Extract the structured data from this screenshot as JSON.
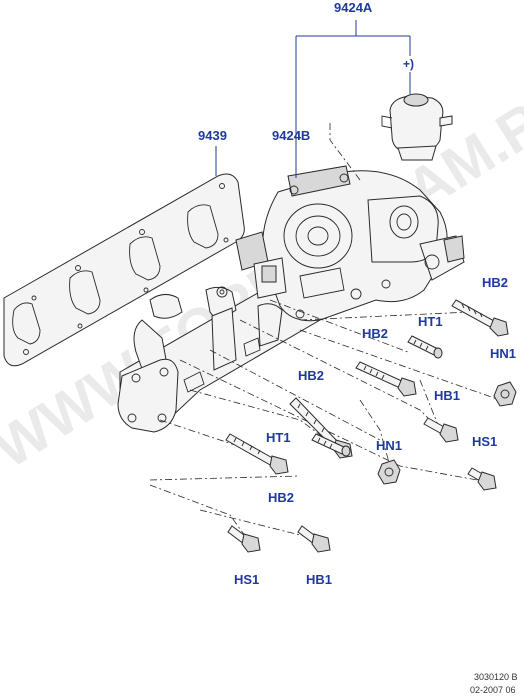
{
  "watermark": "WWW.FORDIAGRAM.RU",
  "callouts": {
    "assembly": "9424A",
    "note": "+)",
    "gasket": "9439",
    "manifold": "9424B",
    "hb2_a": "HB2",
    "ht1_a": "HT1",
    "hn1_a": "HN1",
    "hb2_b": "HB2",
    "hb1_a": "HB1",
    "hb2_c": "HB2",
    "ht1_b": "HT1",
    "hn1_b": "HN1",
    "hs1_a": "HS1",
    "hb2_d": "HB2",
    "hs1_b": "HS1",
    "hb1_b": "HB1"
  },
  "reference": {
    "code": "3030120 B",
    "date": "02-2007 06"
  },
  "colors": {
    "callout": "#1e3a9e",
    "linework": "#2a2a2a",
    "watermark": "#d9d9d9"
  }
}
